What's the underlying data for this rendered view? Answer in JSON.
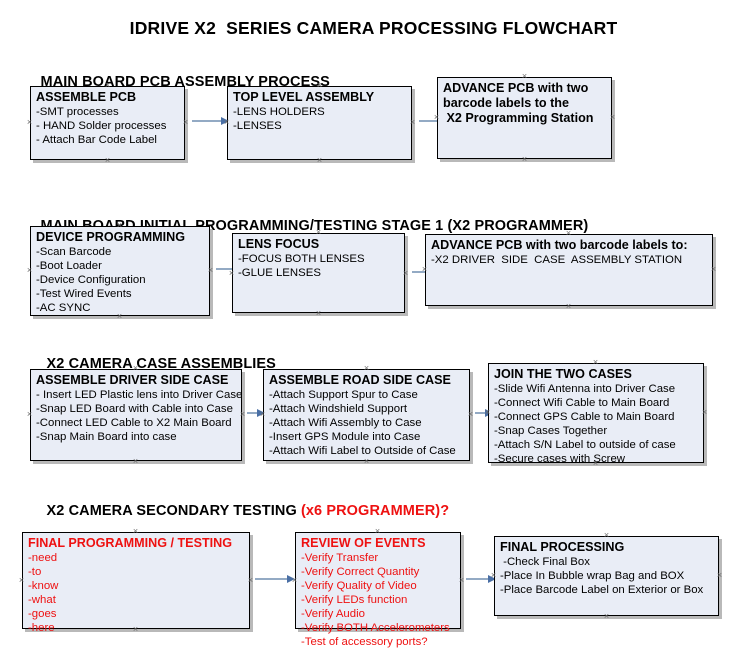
{
  "document": {
    "title": "IDRIVE X2  SERIES CAMERA PROCESSING FLOWCHART"
  },
  "sections": [
    {
      "id": "main-board-pcb-assembly",
      "header": "MAIN BOARD PCB ASSEMBLY PROCESS",
      "header_accent": "",
      "nodes": [
        {
          "id": "assemble-pcb",
          "title": "ASSEMBLE PCB",
          "lines": [
            "-SMT processes",
            "- HAND Solder processes",
            "- Attach Bar Code Label"
          ]
        },
        {
          "id": "top-level-assembly",
          "title": "TOP LEVEL ASSEMBLY",
          "lines": [
            "-LENS HOLDERS",
            "-LENSES"
          ]
        },
        {
          "id": "advance-pcb-programming-station",
          "title": "ADVANCE PCB with two",
          "lines": [
            "barcode labels to the",
            " X2 Programming Station"
          ]
        }
      ]
    },
    {
      "id": "main-board-initial-programming",
      "header": "MAIN BOARD INITIAL PROGRAMMING/TESTING STAGE 1 (X2 PROGRAMMER)",
      "header_accent": "",
      "nodes": [
        {
          "id": "device-programming",
          "title": "DEVICE PROGRAMMING",
          "lines": [
            "-Scan Barcode",
            "-Boot Loader",
            "-Device Configuration",
            "-Test Wired Events",
            "-AC SYNC"
          ]
        },
        {
          "id": "lens-focus",
          "title": "LENS FOCUS",
          "lines": [
            "-FOCUS BOTH LENSES",
            "-GLUE LENSES"
          ]
        },
        {
          "id": "advance-pcb-driver-side",
          "title": "ADVANCE PCB with two barcode labels to:",
          "lines": [
            "-X2 DRIVER  SIDE  CASE  ASSEMBLY STATION"
          ]
        }
      ]
    },
    {
      "id": "x2-camera-case-assemblies",
      "header": "X2 CAMERA CASE ASSEMBLIES",
      "header_accent": "",
      "nodes": [
        {
          "id": "assemble-driver-side-case",
          "title": "ASSEMBLE DRIVER SIDE CASE",
          "lines": [
            "- Insert LED Plastic lens into Driver Case",
            "-Snap LED Board with Cable into Case",
            "-Connect LED Cable to X2 Main Board",
            "-Snap Main Board into case"
          ]
        },
        {
          "id": "assemble-road-side-case",
          "title": "ASSEMBLE ROAD SIDE CASE",
          "lines": [
            "-Attach Support Spur to Case",
            "-Attach Windshield Support",
            "-Attach Wifi Assembly to Case",
            "-Insert GPS Module into Case",
            "-Attach Wifi Label to Outside of Case"
          ]
        },
        {
          "id": "join-the-two-cases",
          "title": "JOIN THE TWO CASES",
          "lines": [
            "-Slide Wifi Antenna into Driver Case",
            "-Connect Wifi Cable to Main Board",
            "-Connect GPS Cable to Main Board",
            "-Snap Cases Together",
            "-Attach S/N Label to outside of case",
            "-Secure cases with Screw"
          ]
        }
      ]
    },
    {
      "id": "x2-camera-secondary-testing",
      "header": "X2 CAMERA SECONDARY TESTING ",
      "header_accent": "(x6 PROGRAMMER)?",
      "nodes": [
        {
          "id": "final-programming-testing",
          "title": "FINAL PROGRAMMING / TESTING",
          "lines": [
            "-need",
            "-to",
            "-know",
            "-what",
            "-goes",
            "-here"
          ]
        },
        {
          "id": "review-of-events",
          "title": "REVIEW OF EVENTS",
          "lines": [
            "-Verify Transfer",
            "-Verify Correct Quantity",
            "-Verify Quality of Video",
            "-Verify LEDs function",
            "-Verify Audio",
            "-Verify BOTH Accelerometers",
            "-Test of accessory ports?"
          ]
        },
        {
          "id": "final-processing",
          "title": "FINAL PROCESSING",
          "lines": [
            " -Check Final Box",
            "-Place In Bubble wrap Bag and BOX",
            "-Place Barcode Label on Exterior or Box"
          ]
        }
      ]
    }
  ],
  "colors": {
    "node_fill": "#e9edf6",
    "node_border": "#000000",
    "accent_red": "#ee1111",
    "arrow_shaft": "#93aac4",
    "arrow_head": "#4a6fa5",
    "handle": "#6d6d6d"
  }
}
